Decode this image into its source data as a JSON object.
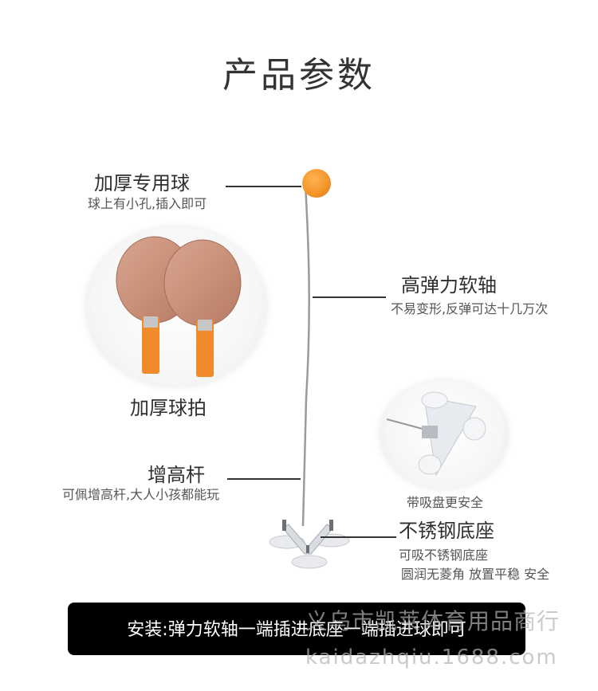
{
  "title": "产品参数",
  "features": {
    "ball": {
      "label": "加厚专用球",
      "sub": "球上有小孔,插入即可"
    },
    "shaft": {
      "label": "高弹力软轴",
      "sub": "不易变形,反弹可达十几万次"
    },
    "paddle": {
      "label": "加厚球拍"
    },
    "pole": {
      "label": "增高杆",
      "sub": "可佩增高杆,大人小孩都能玩"
    },
    "suction": {
      "label": "带吸盘更安全"
    },
    "base": {
      "label": "不锈钢底座",
      "sub1": "可吸不锈钢底座",
      "sub2": "圆润无菱角 放置平稳 安全"
    }
  },
  "install_note": "安装:弹力软轴一端插进底座一端插进球即可",
  "watermark": {
    "company": "义乌市凯莱体育用品商行",
    "site": "kaidazhqiu.1688.com"
  },
  "colors": {
    "ball": "#f39426",
    "paddle_wood": "#c9917a",
    "handle": "#f08a2a",
    "bar": "#000000"
  }
}
